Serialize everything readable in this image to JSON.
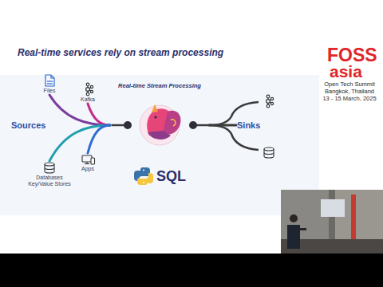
{
  "diagram": {
    "title": "Real-time services rely on stream processing",
    "nodes": [
      {
        "text": [
          "Files"
        ]
      },
      {
        "text": [
          "Kafka"
        ]
      },
      {
        "text": [
          "Databases Key/Value Stores"
        ]
      },
      {
        "text": [
          "Apps"
        ]
      },
      {
        "text": [
          "Real-time Stream Processing",
          "SQL"
        ]
      },
      {
        "text": [
          "Sinks"
        ]
      }
    ],
    "edges": [
      {
        "from": 0,
        "to": 4,
        "arrow": "none"
      },
      {
        "from": 1,
        "to": 4,
        "arrow": "none"
      },
      {
        "from": 2,
        "to": 4,
        "arrow": "none"
      },
      {
        "from": 3,
        "to": 4,
        "arrow": "none"
      },
      {
        "from": 4,
        "to": 5,
        "arrow": "none"
      }
    ],
    "labels": [
      "Sources",
      "FOSS",
      "asia",
      "Open Tech Summit",
      "Bangkok, Thailand",
      "13 - 15 March, 2025"
    ]
  }
}
